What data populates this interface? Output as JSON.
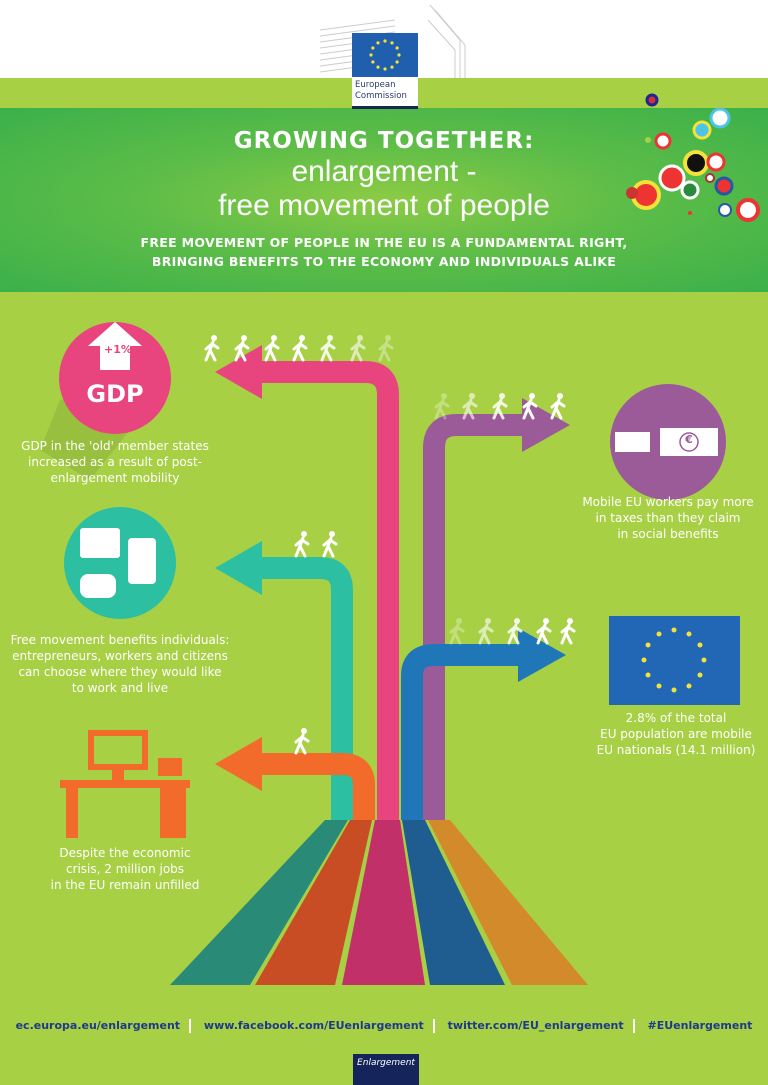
{
  "logo": {
    "line1": "European",
    "line2": "Commission"
  },
  "header": {
    "title": "GROWING TOGETHER:",
    "subtitle_line1": "enlargement -",
    "subtitle_line2": "free movement of people",
    "tagline_line1": "FREE MOVEMENT OF PEOPLE IN THE EU IS A FUNDAMENTAL RIGHT,",
    "tagline_line2": "BRINGING BENEFITS TO THE ECONOMY AND INDIVIDUALS ALIKE"
  },
  "gdp": {
    "badge": "+1%",
    "label": "GDP",
    "caption": [
      "GDP in the 'old' member states",
      "increased as a result of post-",
      "enlargement mobility"
    ]
  },
  "individuals": {
    "caption": [
      "Free movement benefits individuals:",
      "entrepreneurs, workers and citizens",
      "can choose where they would like",
      "to work and live"
    ]
  },
  "jobs": {
    "caption": [
      "Despite the economic",
      "crisis, 2 million jobs",
      "in the EU remain unfilled"
    ]
  },
  "taxes": {
    "currency": "€",
    "caption": [
      "Mobile EU workers pay more",
      "in taxes than they claim",
      "in social benefits"
    ]
  },
  "population": {
    "caption": [
      "2.8% of the total",
      "EU population are mobile",
      "EU nationals (14.1 million)"
    ]
  },
  "footer": {
    "links": [
      "ec.europa.eu/enlargement",
      "www.facebook.com/EUenlargement",
      "twitter.com/EU_enlargement",
      "#EUenlargement"
    ],
    "badge": "Enlargement"
  },
  "colors": {
    "pink": "#e8457f",
    "purple": "#9b5b98",
    "teal": "#2cbfa2",
    "orange": "#f26b2b",
    "blue": "#2077b8"
  }
}
